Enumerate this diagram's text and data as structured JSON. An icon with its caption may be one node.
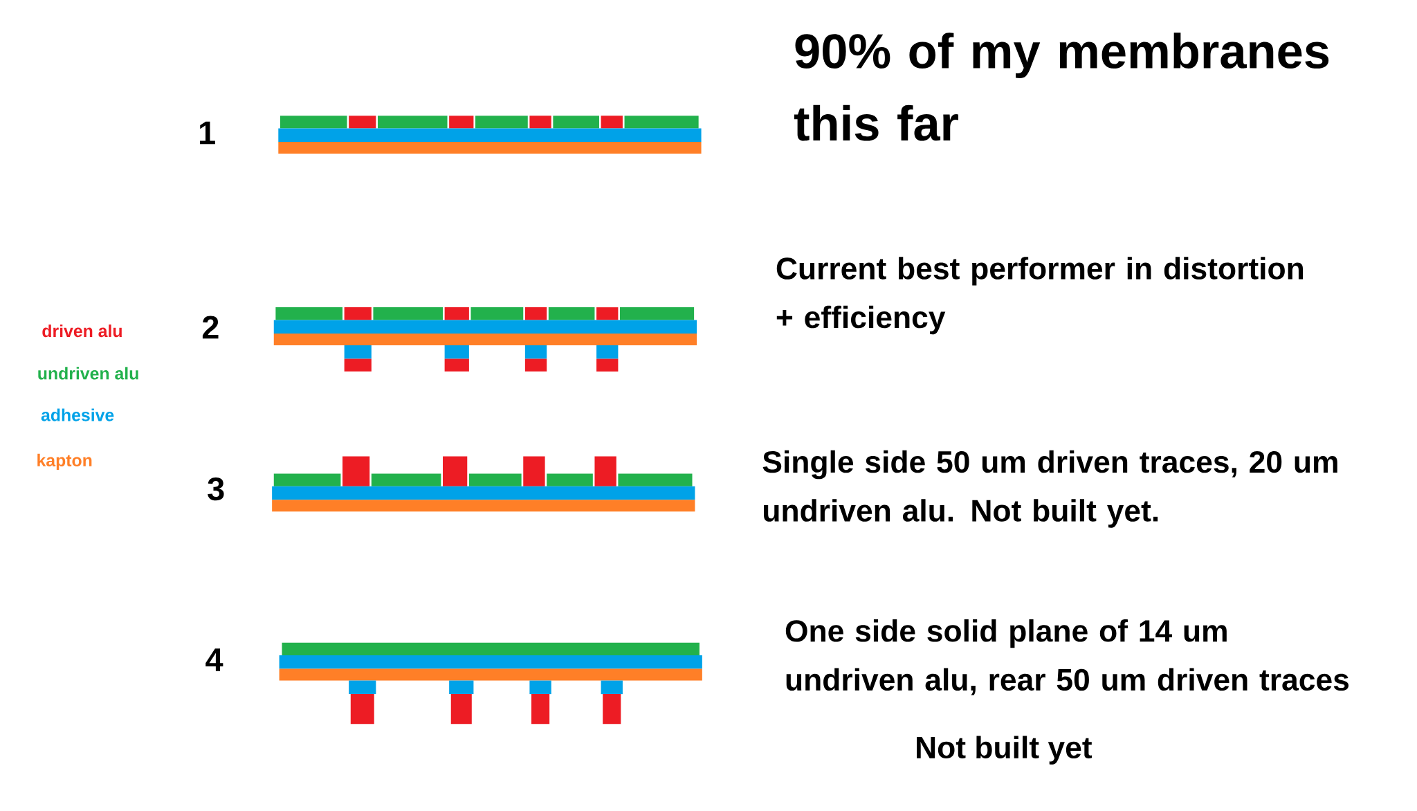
{
  "diagram": {
    "labels": [
      "90% of my membranes this far",
      "1",
      "Current best performer in distortion + efficiency",
      "2",
      "Single side 50 um driven traces, 20 um undriven alu. Not built yet.",
      "3",
      "One side solid plane of 14 um undriven alu, rear 50 um driven traces",
      "4",
      "Not built yet"
    ],
    "legend": [
      {
        "text": "driven alu",
        "color": "#ed1c24"
      },
      {
        "text": "undriven alu",
        "color": "#22b14c"
      },
      {
        "text": "adhesive",
        "color": "#00a2e8"
      },
      {
        "text": "kapton",
        "color": "#ff7f27"
      }
    ]
  }
}
